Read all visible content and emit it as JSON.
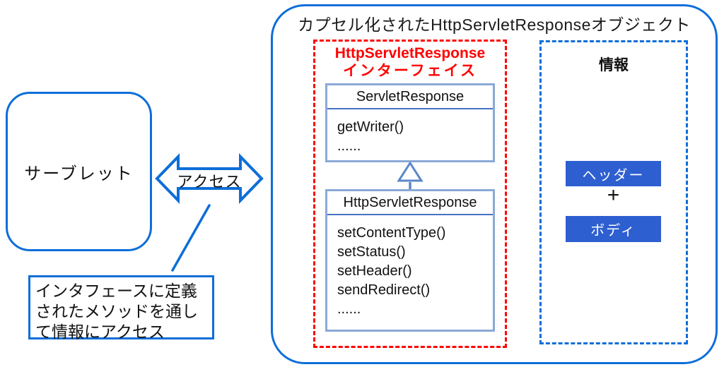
{
  "diagram": {
    "title": "カプセル化されたHttpServletResponseオブジェクト",
    "servlet_box": {
      "label": "サーブレット"
    },
    "access_arrow": {
      "label": "アクセス"
    },
    "note": {
      "text": "インタフェースに定義されたメソッドを通して情報にアクセス"
    },
    "interface_panel": {
      "title_lines": [
        "HttpServletResponse",
        "インターフェイス"
      ],
      "parent_class": {
        "name": "ServletResponse",
        "methods": [
          "getWriter()",
          "......"
        ]
      },
      "child_class": {
        "name": "HttpServletResponse",
        "methods": [
          "setContentType()",
          "setStatus()",
          "setHeader()",
          "sendRedirect()",
          "......"
        ]
      }
    },
    "info_panel": {
      "title": "情報",
      "header_label": "ヘッダー",
      "plus": "+",
      "body_label": "ボディ"
    },
    "colors": {
      "accent_blue": "#0d6ed8",
      "class_box_border": "#8aa9d6",
      "class_separator_blue": "#4472c4",
      "dashed_red": "#ff0000",
      "chip_blue": "#2e5fd0",
      "chip_text": "#ffffff"
    }
  }
}
